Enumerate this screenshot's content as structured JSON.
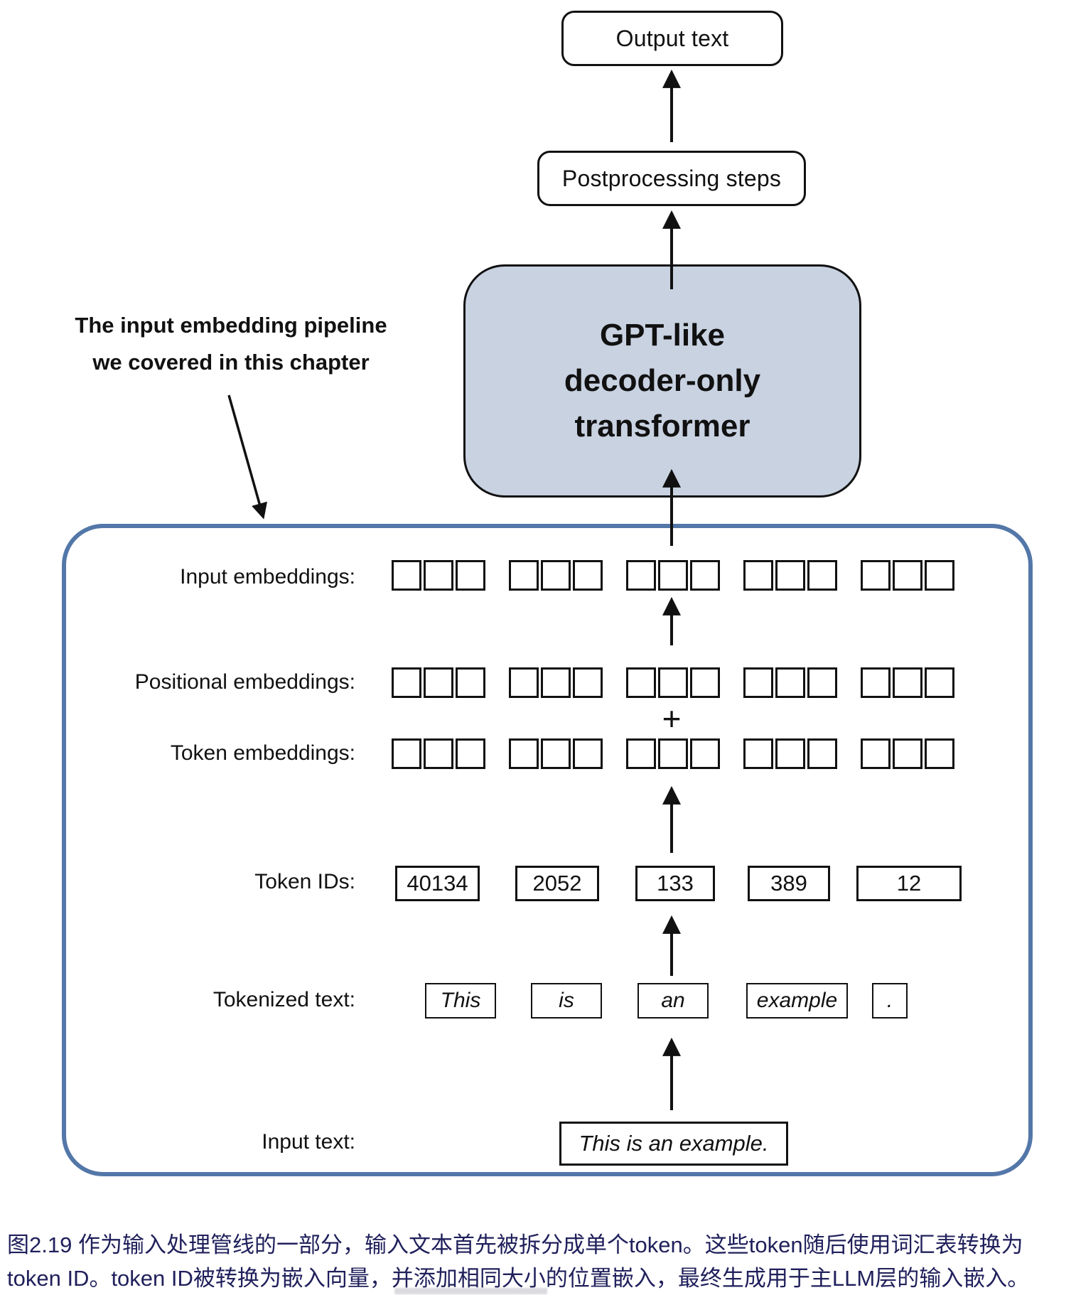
{
  "figure": {
    "output_box_label": "Output text",
    "postprocessing_box_label": "Postprocessing steps",
    "gpt_box": {
      "line1": "GPT-like",
      "line2": "decoder-only",
      "line3": "transformer"
    },
    "annotation": {
      "line1": "The input embedding pipeline",
      "line2": "we covered in this chapter"
    },
    "plus_sign": "+",
    "row_labels": {
      "input_embeddings": "Input embeddings:",
      "positional_embeddings": "Positional embeddings:",
      "token_embeddings": "Token embeddings:",
      "token_ids": "Token IDs:",
      "tokenized_text": "Tokenized text:",
      "input_text": "Input text:"
    },
    "token_ids": [
      "40134",
      "2052",
      "133",
      "389",
      "12"
    ],
    "tokens": [
      "This",
      "is",
      "an",
      "example",
      "."
    ],
    "input_text_value": "This is an example.",
    "embedding_grid": {
      "groups": 5,
      "cells_per_group": 3
    }
  },
  "caption": {
    "line1": "图2.19 作为输入处理管线的一部分，输入文本首先被拆分成单个token。这些token随后使用词汇表转换为",
    "line2": "token ID。token ID被转换为嵌入向量，并添加相同大小的位置嵌入，最终生成用于主LLM层的输入嵌入。"
  },
  "colors": {
    "gpt_box_fill": "#c8d2e1",
    "pipeline_border": "#5377a8",
    "caption_text": "#20205c",
    "stroke": "#111111"
  }
}
